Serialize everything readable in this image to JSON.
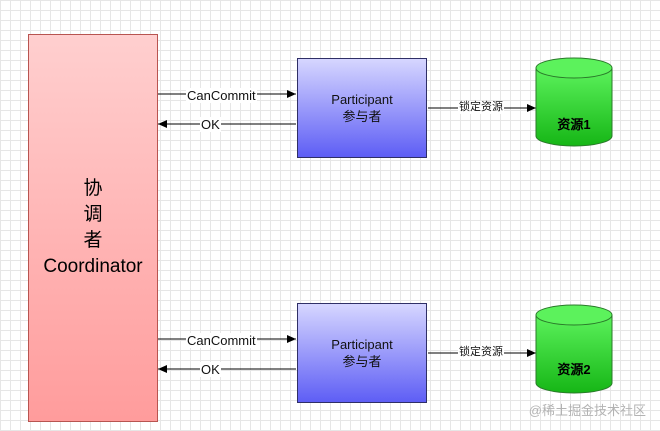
{
  "coordinator": {
    "lines": [
      "协",
      "调",
      "者",
      "Coordinator"
    ]
  },
  "participants": [
    {
      "title": "Participant",
      "subtitle": "参与者"
    },
    {
      "title": "Participant",
      "subtitle": "参与者"
    }
  ],
  "messages": {
    "request": "CanCommit",
    "response": "OK",
    "lock": "锁定资源"
  },
  "resources": [
    "资源1",
    "资源2"
  ],
  "watermark": "@稀土掘金技术社区",
  "colors": {
    "coordinator_fill_top": "#ffcfcf",
    "coordinator_fill_bottom": "#ff9c9c",
    "participant_fill_top": "#d6d6ff",
    "participant_fill_bottom": "#5e5ef5",
    "resource_fill_top": "#5cf25c",
    "resource_fill_bottom": "#16b616"
  }
}
